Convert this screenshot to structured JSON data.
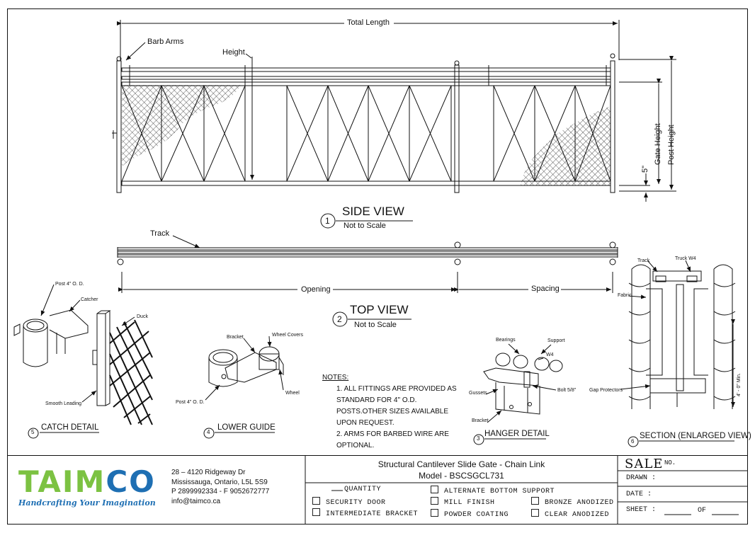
{
  "side_view": {
    "number": "1",
    "title": "SIDE VIEW",
    "scale": "Not to Scale",
    "labels": {
      "total_length": "Total Length",
      "barb_arms": "Barb Arms",
      "height": "Height",
      "gate_height": "Gate Height",
      "post_height": "Post Height",
      "five_inch": "5\""
    }
  },
  "top_view": {
    "number": "2",
    "title": "TOP VIEW",
    "scale": "Not to Scale",
    "labels": {
      "track": "Track",
      "opening": "Opening",
      "spacing": "Spacing"
    }
  },
  "details": [
    {
      "number": "5",
      "title": "CATCH DETAIL",
      "labels": {
        "post": "Post 4\" O. D.",
        "catcher": "Catcher",
        "duck": "Duck",
        "smooth_leading": "Smooth Leading"
      }
    },
    {
      "number": "4",
      "title": "LOWER GUIDE",
      "labels": {
        "bracket": "Bracket",
        "wheel_covers": "Wheel Covers",
        "post": "Post 4\" O. D.",
        "wheel": "Wheel"
      }
    },
    {
      "number": "3",
      "title": "HANGER DETAIL",
      "labels": {
        "bearings": "Bearings",
        "support": "Support",
        "w4": "W4",
        "gussets": "Gussets",
        "bolt": "Bolt 5/8\"",
        "bracket": "Bracket"
      }
    },
    {
      "number": "6",
      "title": "SECTION (ENLARGED VIEW)",
      "labels": {
        "track": "Track",
        "truck": "Truck W4",
        "fabric": "Fabric",
        "gap_protectors": "Gap Protectors",
        "min": "4' - 0\" Min."
      }
    }
  ],
  "notes": {
    "heading": "NOTES:",
    "items": [
      "1. ALL FITTINGS ARE PROVIDED AS STANDARD FOR 4\" O.D. POSTS.OTHER SIZES AVAILABLE UPON REQUEST.",
      "2. ARMS FOR BARBED WIRE ARE OPTIONAL."
    ]
  },
  "company": {
    "logo_text": "TAIMCO",
    "tagline": "Handcrafting Your Imagination",
    "address_line1": "28 – 4120 Ridgeway Dr",
    "address_line2": "Mississauga, Ontario, L5L 5S9",
    "phone_fax": "P 2899992334 - F 9052672777",
    "email": "info@taimco.ca",
    "colors": {
      "green": "#7cc242",
      "blue": "#1e6fb3"
    }
  },
  "title_block": {
    "title": "Structural Cantilever Slide Gate - Chain Link",
    "model": "Model - BSCSGCL731",
    "quantity_label": "QUANTITY",
    "options": [
      "SECURITY DOOR",
      "INTERMEDIATE BRACKET",
      "ALTERNATE BOTTOM SUPPORT",
      "MILL FINISH",
      "POWDER COATING",
      "BRONZE ANODIZED",
      "CLEAR ANODIZED"
    ],
    "sale": "SALE",
    "sale_no": "NO.",
    "drawn": "DRAWN :",
    "date": "DATE :",
    "sheet": "SHEET :",
    "of": "OF"
  }
}
